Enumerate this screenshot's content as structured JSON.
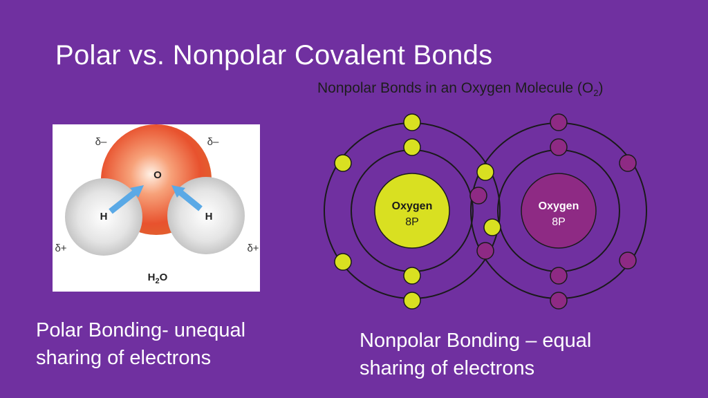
{
  "slide": {
    "title": "Polar vs. Nonpolar Covalent Bonds"
  },
  "water_diagram": {
    "oxygen_label": "O",
    "hydrogen_left_label": "H",
    "hydrogen_right_label": "H",
    "delta_neg_left": "δ–",
    "delta_neg_right": "δ–",
    "delta_pos_left": "δ+",
    "delta_pos_right": "δ+",
    "formula_main": "H",
    "formula_sub": "2",
    "formula_tail": "O",
    "colors": {
      "oxygen": "#e8522e",
      "hydrogen": "#e6e6e6",
      "arrow": "#5aa9e6"
    }
  },
  "o2_diagram": {
    "title_main": "Nonpolar Bonds in an Oxygen Molecule (O",
    "title_sub": "2",
    "title_tail": ")",
    "left_atom": {
      "name": "Oxygen",
      "protons": "8P",
      "color": "#d9e021"
    },
    "right_atom": {
      "name": "Oxygen",
      "protons": "8P",
      "color": "#8e2a84"
    },
    "electrons_per_atom": 8
  },
  "captions": {
    "left": "Polar Bonding- unequal sharing of electrons",
    "right": "Nonpolar Bonding – equal sharing of electrons"
  }
}
